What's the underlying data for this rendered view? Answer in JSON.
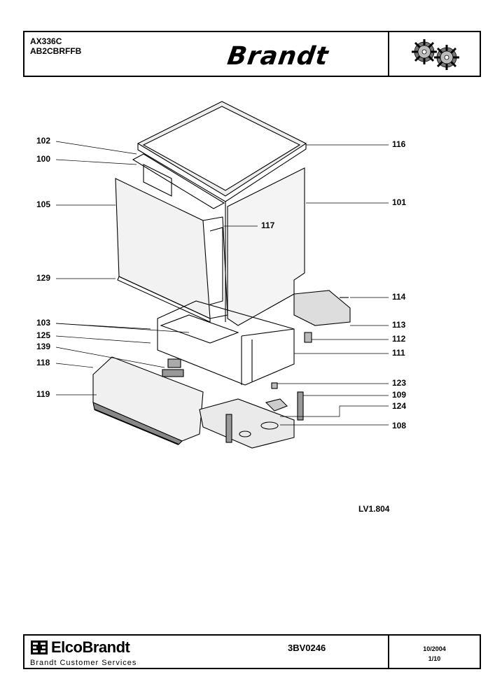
{
  "header": {
    "model_line1": "AX336C",
    "model_line2": "AB2CBRFFB",
    "brand": "Brandt",
    "logo_icon": "gears-icon"
  },
  "diagram": {
    "callouts_left": [
      "102",
      "100",
      "105",
      "129",
      "103",
      "125",
      "139",
      "118",
      "119"
    ],
    "callouts_right": [
      "116",
      "101",
      "117",
      "114",
      "113",
      "112",
      "111",
      "123",
      "109",
      "124",
      "108"
    ]
  },
  "reference": "LV1.804",
  "footer": {
    "company": "ElcoBrandt",
    "service": "Brandt Customer Services",
    "document_code": "3BV0246",
    "date": "10/2004",
    "page": "1/10"
  }
}
